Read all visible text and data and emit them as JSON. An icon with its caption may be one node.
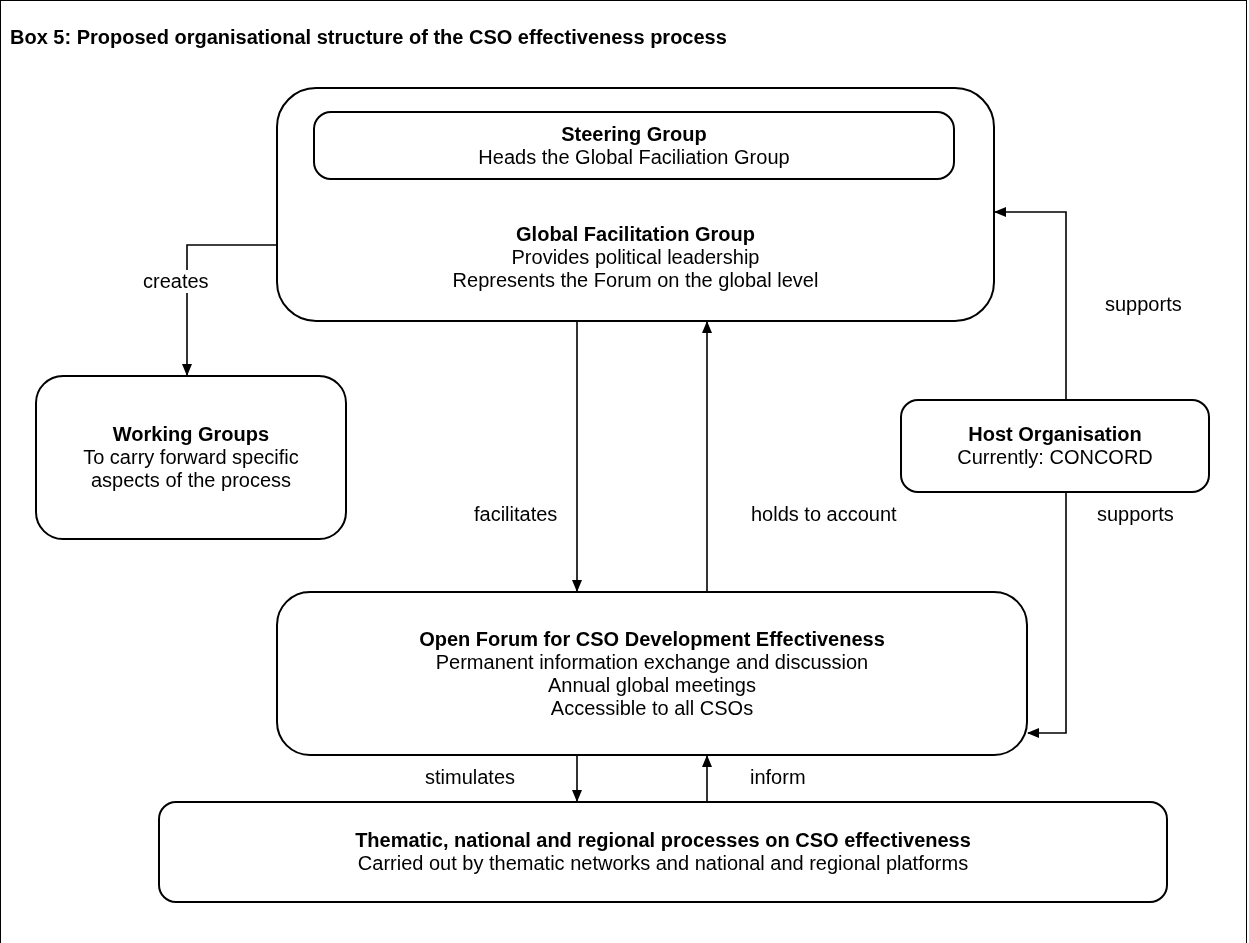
{
  "diagram": {
    "title": "Box 5: Proposed organisational structure of the CSO effectiveness process",
    "nodes": [
      {
        "text": [
          "Global Facilitation Group",
          "Provides political leadership",
          "Represents the Forum on the global level"
        ]
      },
      {
        "text": [
          "Steering Group",
          "Heads the Global Faciliation Group"
        ],
        "in": 0
      },
      {
        "text": [
          "Working Groups",
          "To carry forward specific aspects of the process"
        ]
      },
      {
        "text": [
          "Host Organisation",
          "Currently: CONCORD"
        ]
      },
      {
        "text": [
          "Open Forum for CSO Development Effectiveness",
          "Permanent information exchange and discussion",
          "Annual global meetings",
          "Accessible to all CSOs"
        ]
      },
      {
        "text": [
          "Thematic, national and regional processes on CSO effectiveness",
          "Carried out by thematic networks and national and regional platforms"
        ]
      }
    ],
    "edges": [
      {
        "from": 0,
        "to": 2,
        "arrow": "to",
        "label": "creates"
      },
      {
        "from": 0,
        "to": 4,
        "arrow": "to",
        "label": "facilitates"
      },
      {
        "from": 4,
        "to": 0,
        "arrow": "to",
        "label": "holds to account"
      },
      {
        "from": 3,
        "to": 0,
        "arrow": "to",
        "label": "supports"
      },
      {
        "from": 3,
        "to": 4,
        "arrow": "to",
        "label": "supports"
      },
      {
        "from": 4,
        "to": 5,
        "arrow": "to",
        "label": "stimulates"
      },
      {
        "from": 5,
        "to": 4,
        "arrow": "to",
        "label": "inform"
      }
    ]
  }
}
